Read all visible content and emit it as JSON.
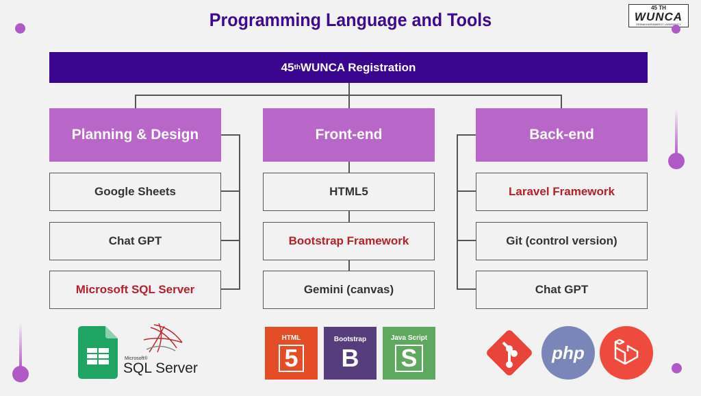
{
  "title": "Programming Language and Tools",
  "brand": {
    "top": "45 TH",
    "name": "WUNCA",
    "sub": "SRINAKHARINWIROT UNIVERSITY"
  },
  "banner": {
    "prefix": "45",
    "sup": "th",
    "suffix": " WUNCA Registration"
  },
  "columns": [
    {
      "label": "Planning & Design",
      "items": [
        "Google Sheets",
        "Chat GPT",
        "Microsoft SQL Server"
      ]
    },
    {
      "label": "Front-end",
      "items": [
        "HTML5",
        "Bootstrap Framework",
        "Gemini (canvas)"
      ]
    },
    {
      "label": "Back-end",
      "items": [
        "Laravel Framework",
        "Git (control version)",
        "Chat GPT"
      ]
    }
  ],
  "logos": {
    "sql_small": "Microsoft®",
    "sql_big": "SQL Server",
    "html_cap": "HTML",
    "html_big": "5",
    "bs_cap": "Bootstrap",
    "bs_big": "B",
    "js_cap": "Java Script",
    "js_big": "S",
    "php": "php"
  },
  "colors": {
    "banner": "#3a0690",
    "category": "#b866c8",
    "highlight": "#b5202a",
    "title": "#3f0a8f"
  }
}
